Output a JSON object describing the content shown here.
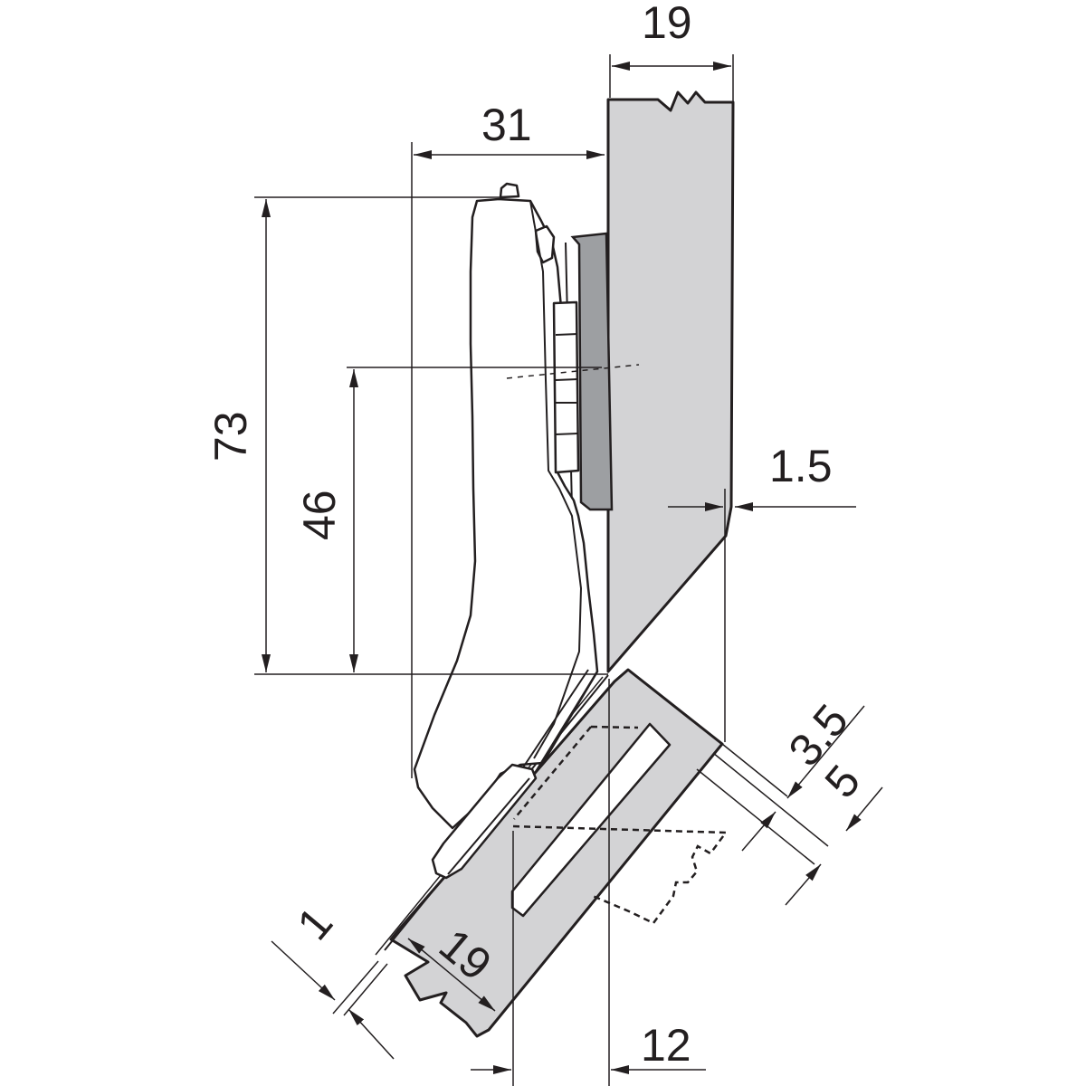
{
  "dimensions": {
    "panel_thickness_top": "19",
    "overlay_31": "31",
    "height_73": "73",
    "height_46": "46",
    "offset_1_5": "1.5",
    "offset_3_5": "3.5",
    "offset_5": "5",
    "gap_1": "1",
    "door_thickness_19": "19",
    "cup_distance_12": "12"
  },
  "colors": {
    "panel": "#d3d3d5",
    "mounting_plate": "#9d9fa2",
    "line": "#231f20"
  }
}
